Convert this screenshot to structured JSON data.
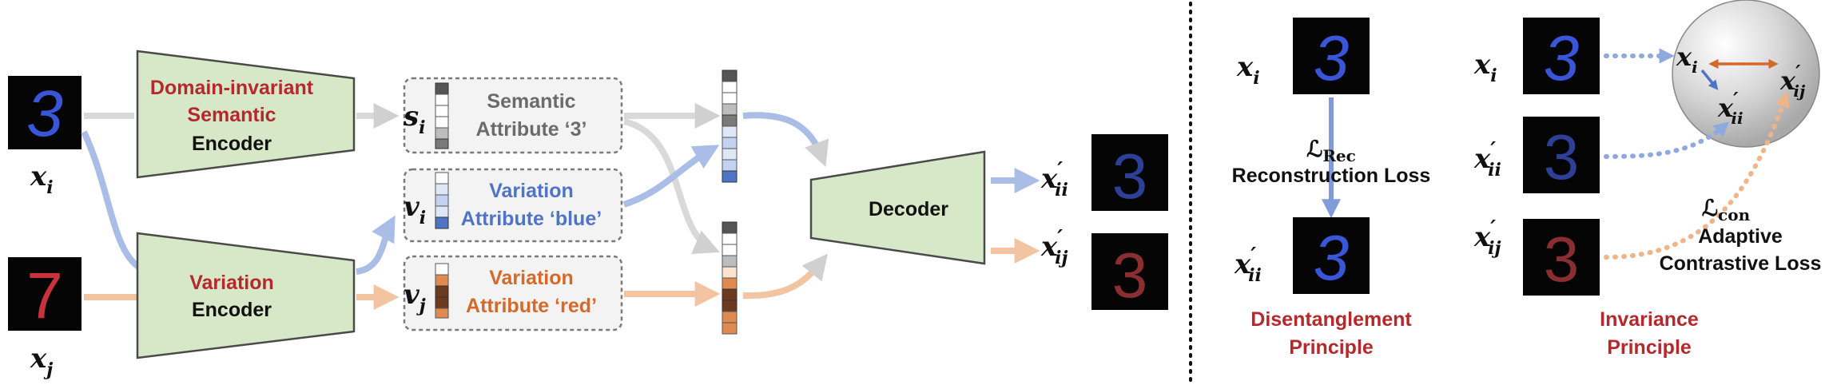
{
  "colors": {
    "red": "#b5282c",
    "blue": "#4f74c6",
    "orange": "#d4692a",
    "gray": "#6b6b6b",
    "dark": "#111111",
    "box_green": "#d7e8c8",
    "box_green_stroke": "#4a4a4a",
    "arrow_gray": "#d9d9d9",
    "arrow_blue": "#a9bde6",
    "arrow_orange": "#f3c4a1"
  },
  "inputs": {
    "xi": {
      "base": "x",
      "sub": "i",
      "digit": "3"
    },
    "xj": {
      "base": "x",
      "sub": "j",
      "digit": "7"
    }
  },
  "semantic_encoder": {
    "line1": "Domain-invariant",
    "line2": "Semantic",
    "line3": "Encoder"
  },
  "variation_encoder": {
    "line1": "Variation",
    "line2": "Encoder"
  },
  "attributes": [
    {
      "sym_base": "s",
      "sym_sub": "i",
      "line1": "Semantic",
      "line2": "Attribute ‘3’"
    },
    {
      "sym_base": "v",
      "sym_sub": "i",
      "line1": "Variation",
      "line2": "Attribute ‘blue’"
    },
    {
      "sym_base": "v",
      "sym_sub": "j",
      "line1": "Variation",
      "line2": "Attribute ‘red’"
    }
  ],
  "decoder": {
    "label": "Decoder"
  },
  "outputs": {
    "xii": {
      "base": "x",
      "prime": "′",
      "sub": "ii",
      "digit": "3"
    },
    "xij": {
      "base": "x",
      "prime": "′",
      "sub": "ij",
      "digit": "3"
    }
  },
  "disentanglement": {
    "top": {
      "base": "x",
      "sub": "i"
    },
    "bottom": {
      "base": "x",
      "prime": "′",
      "sub": "ii"
    },
    "loss_symbol": "ℒ",
    "loss_sub": "Rec",
    "loss_name": "Reconstruction Loss",
    "principle_line1": "Disentanglement",
    "principle_line2": "Principle"
  },
  "invariance": {
    "row1": {
      "base": "x",
      "sub": "i"
    },
    "row2": {
      "base": "x",
      "prime": "′",
      "sub": "ii"
    },
    "row3": {
      "base": "x",
      "prime": "′",
      "sub": "ij"
    },
    "sphere_xi": {
      "base": "x",
      "sub": "i"
    },
    "sphere_xii": {
      "base": "x",
      "prime": "′",
      "sub": "ii"
    },
    "sphere_xij": {
      "base": "x",
      "prime": "′",
      "sub": "ij"
    },
    "loss_symbol": "ℒ",
    "loss_sub": "con",
    "loss_line1": "Adaptive",
    "loss_line2": "Contrastive Loss",
    "principle_line1": "Invariance",
    "principle_line2": "Principle"
  }
}
